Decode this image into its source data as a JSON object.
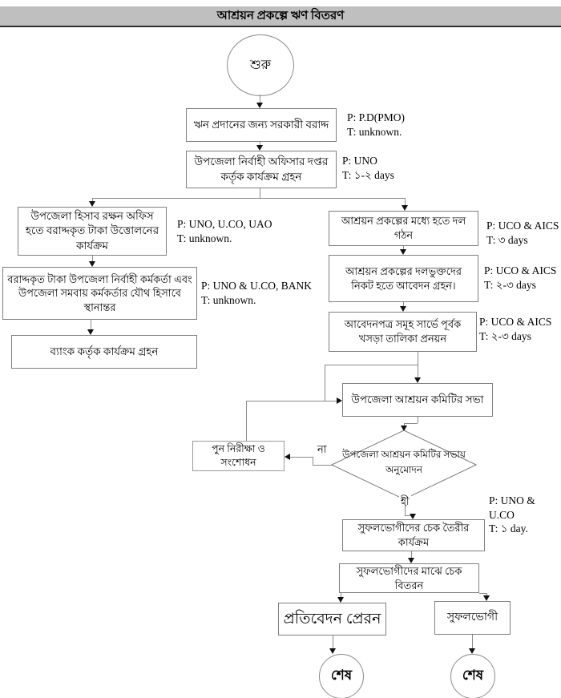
{
  "title": "আশ্রয়ন প্রকল্পে ঋণ বিতরণ",
  "nodes": {
    "start": "শুরু",
    "govt_allocation": "ঋন প্রদানের জন্য সরকারী বরাদ্দ",
    "uno_office_action": "উপজেলা নির্বাহী অফিসার দপ্তর কর্তৃক কার্যক্রম গ্রহন",
    "withdraw_funds": "উপজেলা হিসাব রক্ষন অফিস হতে বরাদ্দকৃত টাকা উত্তোলনের কার্যক্রম",
    "transfer_joint_account": "বরাদ্দকৃত টাকা উপজেলা নির্বাহী কর্মকর্তা এবং উপজেলা সমবায় কর্মকর্তার যৌথ হিসাবে স্থানান্তর",
    "bank_action": "ব্যাংক কর্তৃক কার্যক্রম গ্রহন",
    "group_formation": "আশ্রয়ন প্রকল্পের মধ্যে হতে দল গঠন",
    "application_received": "আশ্রয়ন প্রকল্পের দলভুক্তদের নিকট হতে আবেদন গ্রহন।",
    "draft_list": "আবেদনপত্র সমূহ সার্ভে পূর্বক খসড়া তালিকা প্রনয়ন",
    "committee_meeting": "উপজেলা আশ্রয়ন কমিটির সভা",
    "approval_decision": "উপজেলা আশ্রয়ন কমিটির সভায় অনুমোদন",
    "revision": "পুন নিরীক্ষা ও সংশোধন",
    "cheque_preparation": "সুফলভোগীদের চেক তৈরীর কার্যক্রম",
    "cheque_distribution": "সুফলভোগীদের মাঝে চেক বিতরন",
    "report_submission": "প্রতিবেদন প্রেরন",
    "beneficiary": "সুফলভোগী",
    "end_left": "শেষ",
    "end_right": "শেষ"
  },
  "annotations": {
    "govt_allocation": "P: P.D(PMO)\nT: unknown.",
    "uno_office_action": "P: UNO\nT: ১-২ days",
    "withdraw_funds": "P: UNO, U.CO, UAO\nT: unknown.",
    "transfer_joint_account": "P: UNO & U.CO, BANK\nT: unknown.",
    "group_formation": "P: UCO & AICS\nT: ৩ days",
    "application_received": "P: UCO & AICS\nT: ২-৩ days",
    "draft_list": "P: UCO & AICS\nT: ২-৩ days",
    "cheque_preparation": "P: UNO &\nU.CO\nT: ১ day."
  },
  "decision_labels": {
    "no": "না",
    "yes": "হী"
  }
}
